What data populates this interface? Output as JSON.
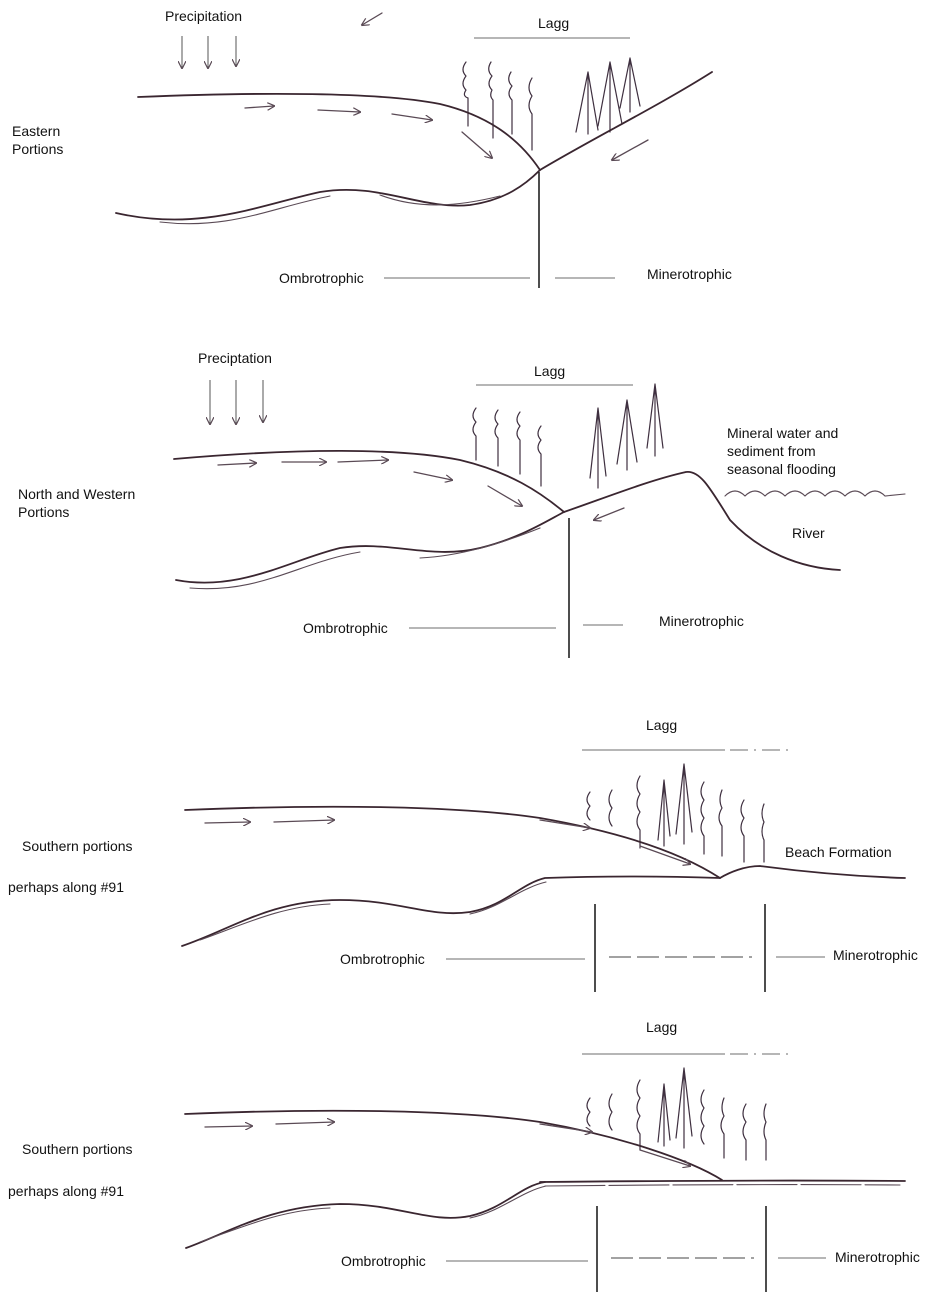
{
  "panels": [
    {
      "side_label_lines": [
        "Eastern",
        "Portions"
      ],
      "precipitation": "Precipitation",
      "lagg": "Lagg",
      "ombrotrophic": "Ombrotrophic",
      "minerotrophic": "Minerotrophic"
    },
    {
      "side_label_lines": [
        "North and Western",
        "Portions"
      ],
      "precipitation": "Preciptation",
      "lagg": "Lagg",
      "annotation_lines": [
        "Mineral water and",
        "sediment from",
        "seasonal flooding"
      ],
      "river": "River",
      "ombrotrophic": "Ombrotrophic",
      "minerotrophic": "Minerotrophic"
    },
    {
      "side_label_lines": [
        "Southern portions",
        "perhaps along #91"
      ],
      "lagg": "Lagg",
      "annotation": "Beach Formation",
      "ombrotrophic": "Ombrotrophic",
      "minerotrophic": "Minerotrophic"
    },
    {
      "side_label_lines": [
        "Southern portions",
        "perhaps along #91"
      ],
      "lagg": "Lagg",
      "ombrotrophic": "Ombrotrophic",
      "minerotrophic": "Minerotrophic"
    }
  ]
}
